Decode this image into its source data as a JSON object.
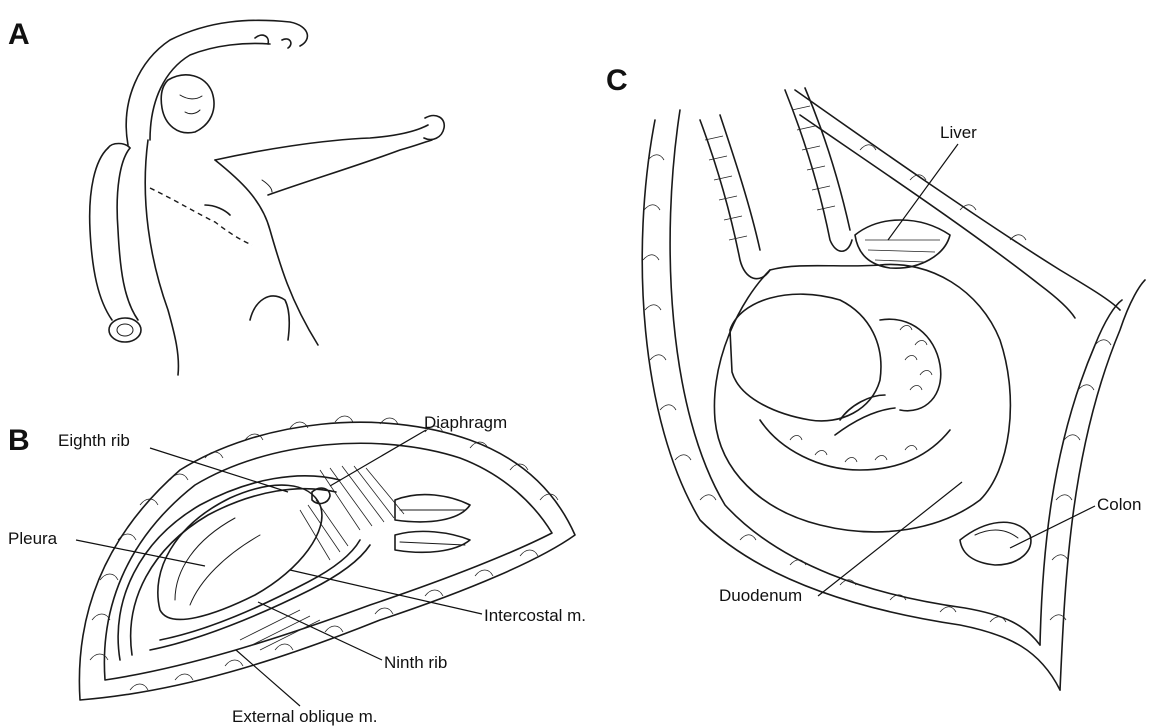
{
  "panels": {
    "a": {
      "letter": "A"
    },
    "b": {
      "letter": "B"
    },
    "c": {
      "letter": "C"
    }
  },
  "labels": {
    "eighth_rib": "Eighth rib",
    "diaphragm": "Diaphragm",
    "pleura": "Pleura",
    "intercostal": "Intercostal m.",
    "ninth_rib": "Ninth rib",
    "external_oblique": "External oblique m.",
    "liver": "Liver",
    "colon": "Colon",
    "duodenum": "Duodenum"
  }
}
